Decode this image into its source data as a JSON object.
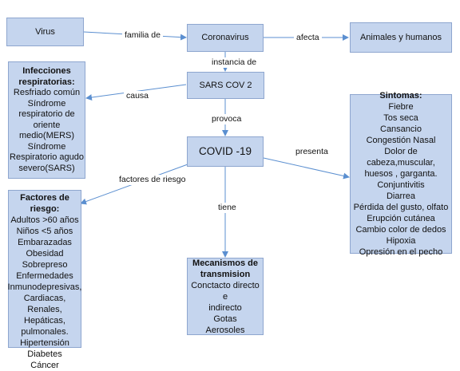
{
  "nodes": {
    "virus": {
      "lines": [
        "Virus"
      ]
    },
    "coronavirus": {
      "lines": [
        "Coronavirus"
      ]
    },
    "animales": {
      "lines": [
        "Animales y humanos"
      ]
    },
    "sars": {
      "lines": [
        "SARS COV 2"
      ]
    },
    "covid": {
      "lines": [
        "COVID -19"
      ]
    },
    "infecciones": {
      "title": [
        "Infecciones",
        "respiratorias:"
      ],
      "lines": [
        "Resfriado común",
        "Síndrome",
        "respiratorio  de",
        "oriente",
        "medio(MERS)",
        "Síndrome",
        "Respiratorio agudo",
        "severo(SARS)"
      ]
    },
    "sintomas": {
      "title": [
        "Sintomas:"
      ],
      "lines": [
        "Fiebre",
        "Tos seca",
        "Cansancio",
        "Congestión Nasal",
        "Dolor de cabeza,muscular,",
        "huesos , garganta.",
        "Conjuntivitis",
        "Diarrea",
        "Pérdida del gusto, olfato",
        "Erupción cutánea",
        "Cambio color de dedos",
        "Hipoxia",
        "Opresión en el pecho"
      ]
    },
    "factores": {
      "title": [
        "Factores de riesgo:"
      ],
      "lines": [
        "Adultos >60 años",
        "Niños <5 años",
        "Embarazadas",
        "Obesidad",
        "Sobrepreso",
        "Enfermedades",
        "Inmunodepresivas,",
        "Cardiacas, Renales,",
        "Hepáticas,",
        "pulmonales.",
        "Hipertensión",
        "Diabetes",
        "Cáncer"
      ]
    },
    "mecanismos": {
      "title": [
        "Mecanismos de",
        "transmision"
      ],
      "lines": [
        "Conctacto directo e",
        "indirecto",
        "Gotas",
        "Aerosoles"
      ]
    }
  },
  "edges": {
    "familia_de": "familia de",
    "afecta": "afecta",
    "instancia_de": "instancia de",
    "causa": "causa",
    "provoca": "provoca",
    "presenta": "presenta",
    "factores_de_riesgo": "factores de riesgo",
    "tiene": "tiene"
  },
  "colors": {
    "box_fill": "#c5d5ee",
    "box_border": "#8ea6cf",
    "arrow": "#5b8fd0"
  }
}
